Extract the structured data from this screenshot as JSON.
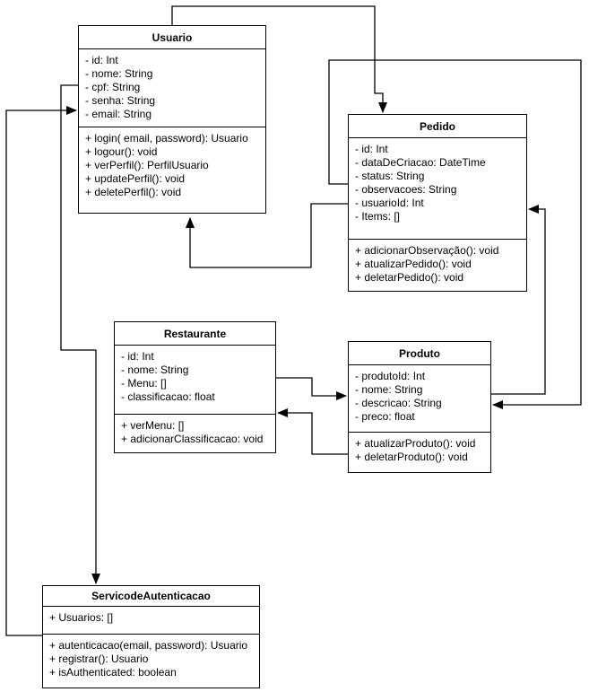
{
  "diagram": {
    "type": "uml-class-diagram",
    "colors": {
      "stroke": "#000000",
      "fill": "#ffffff",
      "text": "#000000"
    },
    "classes": [
      {
        "name": "Usuario",
        "attributes": [
          "- id: Int",
          "- nome: String",
          "- cpf: String",
          "- senha: String",
          "- email: String"
        ],
        "methods": [
          "+ login( email, password): Usuario",
          "+ logour(): void",
          "+ verPerfil(): PerfilUsuario",
          "+ updatePerfil(): void",
          "+ deletePerfil(): void"
        ]
      },
      {
        "name": "Pedido",
        "attributes": [
          "- id: Int",
          "- dataDeCriacao: DateTime",
          "- status: String",
          "- observacoes: String",
          "- usuarioId: Int",
          "- Items: []"
        ],
        "methods": [
          "+ adicionarObservação(): void",
          "+ atualizarPedido(): void",
          "+ deletarPedido(): void"
        ]
      },
      {
        "name": "Restaurante",
        "attributes": [
          "- id: Int",
          "- nome: String",
          "- Menu: []",
          "- classificacao: float"
        ],
        "methods": [
          "+ verMenu: []",
          "+ adicionarClassificacao: void"
        ]
      },
      {
        "name": "Produto",
        "attributes": [
          "- produtoId: Int",
          "- nome: String",
          "- descricao: String",
          "- preco: float"
        ],
        "methods": [
          "+ atualizarProduto(): void",
          "+ deletarProduto(): void"
        ]
      },
      {
        "name": "ServicodeAutenticacao",
        "attributes": [
          "+ Usuarios: []"
        ],
        "methods": [
          "+ autenticacao(email, password): Usuario",
          "+ registrar(): Usuario",
          "+ isAuthenticated: boolean"
        ]
      }
    ],
    "connections": [
      {
        "from": "Usuario",
        "to": "Pedido",
        "arrow_at": "Pedido"
      },
      {
        "from": "Pedido",
        "to": "Produto",
        "arrow_at": "Produto"
      },
      {
        "from": "Produto",
        "to": "Pedido",
        "arrow_at": "Pedido"
      },
      {
        "from": "ServicodeAutenticacao",
        "to": "Usuario",
        "arrow_at": "Usuario"
      },
      {
        "from": "Usuario",
        "to": "ServicodeAutenticacao",
        "arrow_at": "ServicodeAutenticacao"
      },
      {
        "from": "Restaurante",
        "to": "Produto",
        "arrow_at": "Produto"
      },
      {
        "from": "Produto",
        "to": "Restaurante",
        "arrow_at": "Restaurante"
      },
      {
        "from": "Pedido",
        "to": "Usuario",
        "arrow_at": "Usuario"
      }
    ]
  }
}
